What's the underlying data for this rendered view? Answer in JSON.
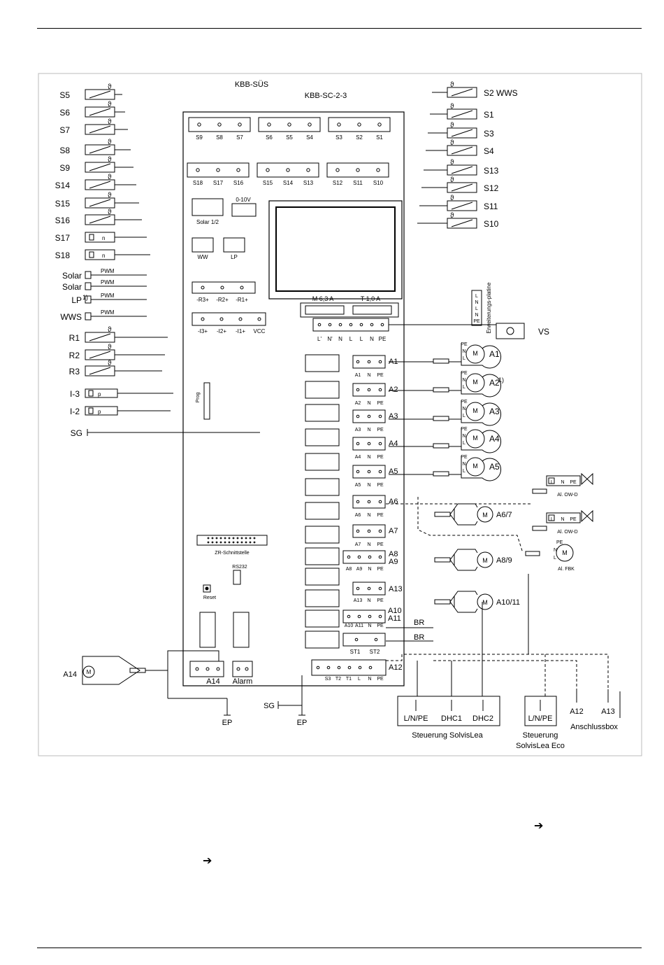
{
  "sensors_left": [
    "S5",
    "S6",
    "S7",
    "S8",
    "S9",
    "S14",
    "S15",
    "S16"
  ],
  "sensors_left_n": [
    "S17",
    "S18"
  ],
  "pwm_inputs": [
    {
      "name": "Solar",
      "tag": "PWM"
    },
    {
      "name": "Solar",
      "tag": "PWM"
    },
    {
      "name": "LP",
      "sup": "1)",
      "tag": "PWM"
    },
    {
      "name": "WWS",
      "tag": "PWM"
    }
  ],
  "resistors": [
    "R1",
    "R2",
    "R3"
  ],
  "current_inputs": [
    {
      "name": "I-3",
      "tag": "p"
    },
    {
      "name": "I-2",
      "tag": "p"
    }
  ],
  "sg_label": "SG",
  "theta": "ϑ",
  "n_label": "n",
  "sensors_right": [
    "S2 WWS",
    "S1",
    "S3",
    "S4",
    "S13",
    "S12",
    "S11",
    "S10"
  ],
  "kbb_sus": "KBB-SÜS",
  "kbb_sc": "KBB-SC-2-3",
  "term_row1": [
    [
      "S9",
      "S8",
      "S7"
    ],
    [
      "S6",
      "S5",
      "S4"
    ],
    [
      "S3",
      "S2",
      "S1"
    ]
  ],
  "term_row2": [
    [
      "S18",
      "S17",
      "S16"
    ],
    [
      "S15",
      "S14",
      "S13"
    ],
    [
      "S12",
      "S11",
      "S10"
    ]
  ],
  "solar12": "Solar 1/2",
  "volt_010": "0-10V",
  "ww": "WW",
  "lp": "LP",
  "r_terms": [
    "-R3+",
    "-R2+",
    "-R1+"
  ],
  "i_terms": [
    "-I3+",
    "-I2+",
    "-I1+",
    "VCC"
  ],
  "prog": "Prog",
  "fuse1": "M 6,3 A",
  "fuse2": "T 1,0 A",
  "mains_terms": [
    "L'",
    "N'",
    "N",
    "L",
    "L",
    "N",
    "PE"
  ],
  "ext_board": "Erweiterungs-platine",
  "ext_pins": [
    "L",
    "N",
    "L",
    "N",
    "PE"
  ],
  "vs": "VS",
  "outputs": [
    {
      "id": "A1",
      "pins": [
        "A1",
        "N",
        "PE"
      ]
    },
    {
      "id": "A2",
      "pins": [
        "A2",
        "N",
        "PE"
      ]
    },
    {
      "id": "A3",
      "pins": [
        "A3",
        "N",
        "PE"
      ]
    },
    {
      "id": "A4",
      "pins": [
        "A4",
        "N",
        "PE"
      ]
    },
    {
      "id": "A5",
      "pins": [
        "A5",
        "N",
        "PE"
      ]
    },
    {
      "id": "A6",
      "pins": [
        "A6",
        "N",
        "PE"
      ]
    },
    {
      "id": "A7",
      "pins": [
        "A7",
        "N",
        "PE"
      ]
    }
  ],
  "a89": {
    "ids": [
      "A8",
      "A9"
    ],
    "pins": [
      "A8",
      "A9",
      "N",
      "PE"
    ]
  },
  "a13": {
    "id": "A13",
    "pins": [
      "A13",
      "N",
      "PE"
    ]
  },
  "a1011": {
    "ids": [
      "A10",
      "A11"
    ],
    "pins": [
      "A10",
      "A11",
      "N",
      "PE"
    ]
  },
  "motors": [
    "A1",
    "A2",
    "A3",
    "A4",
    "A5"
  ],
  "a2_sup": "1)",
  "motor_m": "M",
  "motor_pins": [
    "PE",
    "N",
    "L"
  ],
  "pump_labels": [
    "A6/7",
    "A8/9",
    "A10/11"
  ],
  "valve_label": "Al. OW-D",
  "fbk_label": "Al. FBK",
  "br": "BR",
  "st": [
    "ST1",
    "ST2"
  ],
  "zr": "ZR-Schnittstelle",
  "rs232": "RS232",
  "reset": "Reset",
  "a14": "A14",
  "alarm": "Alarm",
  "a12": "A12",
  "a12_pins": [
    "S3",
    "T2",
    "T1",
    "L",
    "N",
    "PE"
  ],
  "ep": "EP",
  "sg2": "SG",
  "ctrl_boxes": [
    "L/N/PE",
    "DHC1",
    "DHC2"
  ],
  "ctrl_caption": "Steuerung SolvisLea",
  "eco_box": "L/N/PE",
  "eco_caption1": "Steuerung",
  "eco_caption2": "SolvisLea Eco",
  "anschluss": [
    "A12",
    "A13"
  ],
  "anschluss_caption": "Anschlussbox",
  "arrow1": "➔",
  "arrow2": "➔"
}
